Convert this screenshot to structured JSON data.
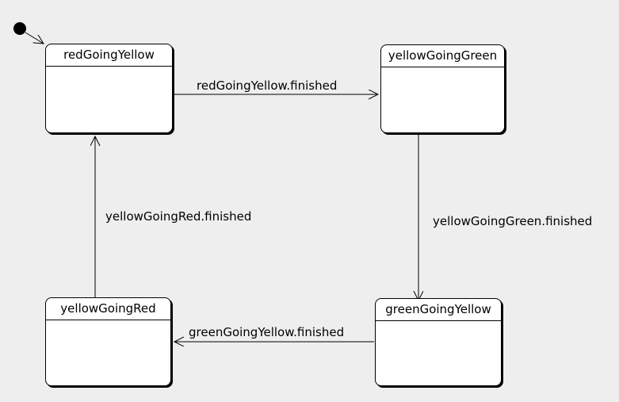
{
  "diagram": {
    "kind": "uml-state-machine",
    "colors": {
      "background": "#eeeeee",
      "state_fill": "#ffffff",
      "stroke": "#000000"
    },
    "initial_marker": "filled-dot",
    "states": [
      {
        "name": "redGoingYellow"
      },
      {
        "name": "yellowGoingGreen"
      },
      {
        "name": "yellowGoingRed"
      },
      {
        "name": "greenGoingYellow"
      }
    ],
    "transitions": [
      {
        "from": "initial",
        "to": "redGoingYellow",
        "label": ""
      },
      {
        "from": "redGoingYellow",
        "to": "yellowGoingGreen",
        "label": "redGoingYellow.finished"
      },
      {
        "from": "yellowGoingGreen",
        "to": "greenGoingYellow",
        "label": "yellowGoingGreen.finished"
      },
      {
        "from": "greenGoingYellow",
        "to": "yellowGoingRed",
        "label": "greenGoingYellow.finished"
      },
      {
        "from": "yellowGoingRed",
        "to": "redGoingYellow",
        "label": "yellowGoingRed.finished"
      }
    ]
  }
}
